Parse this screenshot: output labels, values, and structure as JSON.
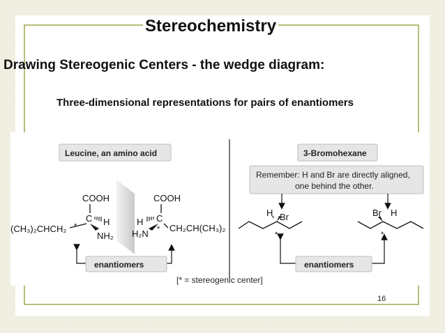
{
  "slide": {
    "title": "Stereochemistry",
    "heading": "Drawing Stereogenic Centers - the wedge diagram:",
    "subheading": "Three-dimensional representations for pairs of enantiomers",
    "page_number": "16"
  },
  "figure": {
    "left_panel": {
      "label": "Leucine, an amino acid",
      "mol1": {
        "top_group": "COOH",
        "center": "C",
        "h": "H",
        "star": "*",
        "left_group": "(CH₃)₂CHCH₂",
        "right_group": "NH₂"
      },
      "mol2": {
        "top_group": "COOH",
        "center": "C",
        "h": "H",
        "star": "*",
        "left_group": "H₂N",
        "right_group": "CH₂CH(CH₃)₂"
      },
      "enantiomers_label": "enantiomers"
    },
    "right_panel": {
      "label": "3-Bromohexane",
      "note_line1": "Remember: H and Br are directly aligned,",
      "note_line2": "one behind the other.",
      "mol1": {
        "h": "H",
        "br": "Br",
        "star": "*"
      },
      "mol2": {
        "h": "H",
        "br": "Br",
        "star": "*"
      },
      "enantiomers_label": "enantiomers"
    },
    "footnote": "[* = stereogenic center]"
  },
  "colors": {
    "accent_border": "#b8bc7a",
    "label_box": "#e6e6e6",
    "arrow": "#111111"
  }
}
